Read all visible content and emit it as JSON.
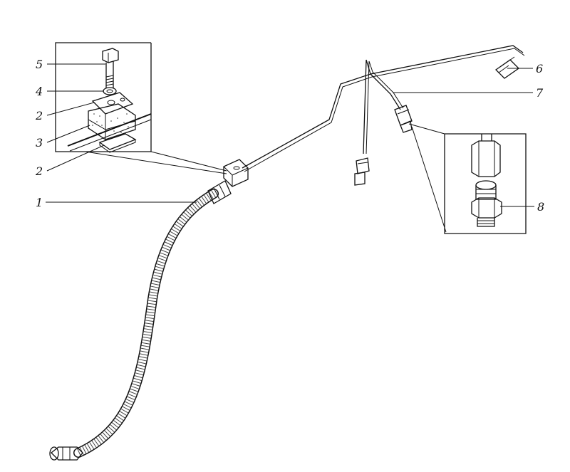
{
  "diagram": {
    "callouts": [
      {
        "id": "c5",
        "label": "5"
      },
      {
        "id": "c4",
        "label": "4"
      },
      {
        "id": "c2a",
        "label": "2"
      },
      {
        "id": "c3",
        "label": "3"
      },
      {
        "id": "c2b",
        "label": "2"
      },
      {
        "id": "c1",
        "label": "1"
      },
      {
        "id": "c6",
        "label": "6"
      },
      {
        "id": "c7",
        "label": "7"
      },
      {
        "id": "c8",
        "label": "8"
      }
    ]
  }
}
